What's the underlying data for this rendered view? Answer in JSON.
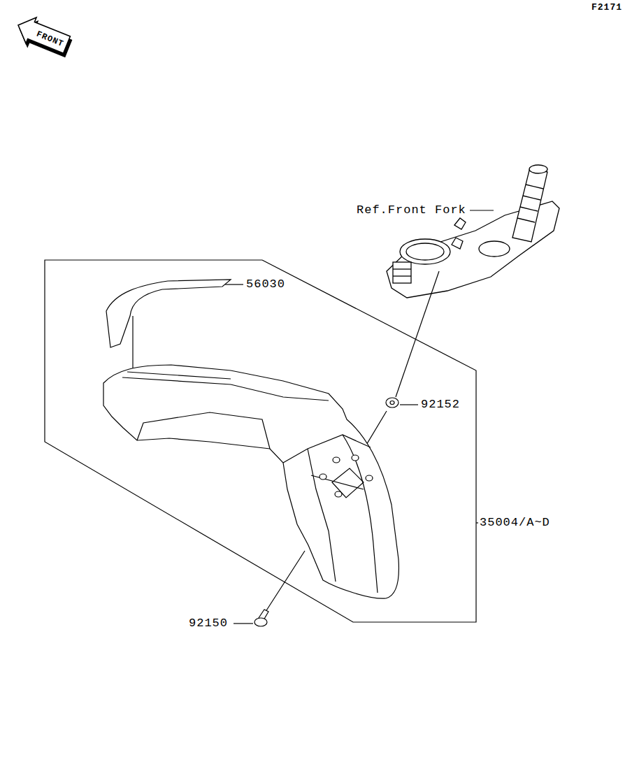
{
  "diagram": {
    "labels": [
      "F2171",
      "FRONT",
      "Ref.Front Fork",
      "56030",
      "92152",
      "35004/A~D",
      "92150"
    ]
  }
}
